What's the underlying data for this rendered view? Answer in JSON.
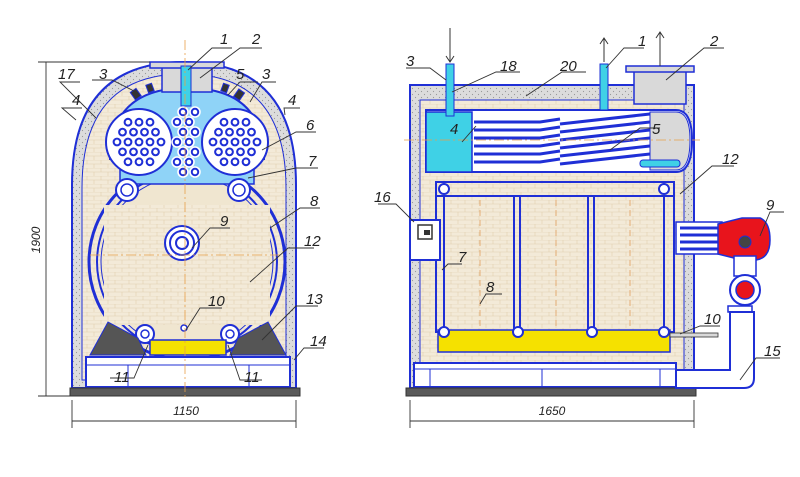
{
  "colors": {
    "outline": "#1f2fd6",
    "insulation": "#d9d9d9",
    "brick": "#f3ead8",
    "water": "#8fd3f7",
    "cyan": "#3fd1e6",
    "grate": "#f5e100",
    "burner": "#e8141c",
    "pump": "#e8141c",
    "base": "#5a5a5a",
    "dark": "#555555"
  },
  "front_view": {
    "callouts": [
      "1",
      "2",
      "17",
      "3",
      "5",
      "3",
      "4",
      "4",
      "6",
      "7",
      "8",
      "9",
      "12",
      "10",
      "13",
      "14",
      "11",
      "11"
    ],
    "dim_height": "1900",
    "dim_width": "1150"
  },
  "side_view": {
    "callouts": [
      "3",
      "18",
      "20",
      "1",
      "2",
      "4",
      "5",
      "12",
      "16",
      "7",
      "9",
      "8",
      "10",
      "15"
    ],
    "dim_width": "1650"
  }
}
